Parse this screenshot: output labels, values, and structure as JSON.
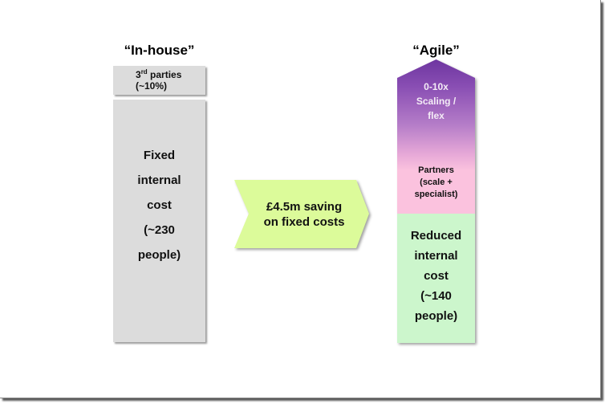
{
  "diagram": {
    "colors": {
      "gray_box": "#dcdcdc",
      "chevron": "#dcfb9a",
      "agile_purple_top": "#6e36a0",
      "agile_pink": "#fbc2de",
      "agile_green": "#ccf6cc"
    },
    "left_column": {
      "heading": "“In-house”",
      "third_parties": {
        "line1_prefix": "3",
        "line1_sup": "rd",
        "line1_suffix": " parties",
        "line2": "(~10%)"
      },
      "fixed_cost": {
        "lines": [
          "Fixed",
          "internal",
          "cost",
          "(~230",
          "people)"
        ]
      }
    },
    "middle_arrow": {
      "lines": [
        "£4.5m saving",
        "on fixed costs"
      ]
    },
    "right_column": {
      "heading": "“Agile”",
      "scaling": {
        "lines": [
          "0-10x",
          "Scaling /",
          "flex"
        ]
      },
      "partners": {
        "lines": [
          "Partners",
          "(scale +",
          "specialist)"
        ]
      },
      "reduced_cost": {
        "lines": [
          "Reduced",
          "internal",
          "cost",
          "(~140",
          "people)"
        ]
      }
    }
  }
}
